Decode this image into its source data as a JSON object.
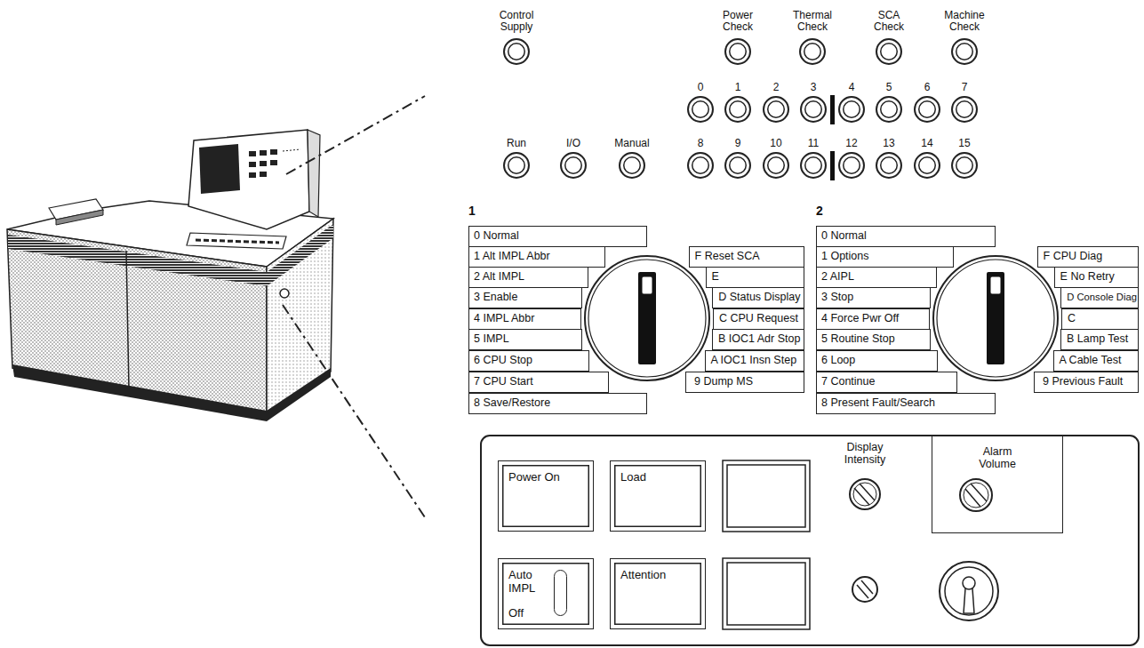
{
  "diagram": {
    "nodes": [
      {
        "text": [
          "Control Supply"
        ]
      },
      {
        "text": [
          "Power Check"
        ]
      },
      {
        "text": [
          "Thermal Check"
        ]
      },
      {
        "text": [
          "SCA Check"
        ]
      },
      {
        "text": [
          "Machine Check"
        ]
      },
      {
        "text": [
          "0"
        ]
      },
      {
        "text": [
          "1"
        ]
      },
      {
        "text": [
          "2"
        ]
      },
      {
        "text": [
          "3"
        ]
      },
      {
        "text": [
          "4"
        ]
      },
      {
        "text": [
          "5"
        ]
      },
      {
        "text": [
          "6"
        ]
      },
      {
        "text": [
          "7"
        ]
      },
      {
        "text": [
          "Run"
        ]
      },
      {
        "text": [
          "I/O"
        ]
      },
      {
        "text": [
          "Manual"
        ]
      },
      {
        "text": [
          "8"
        ]
      },
      {
        "text": [
          "9"
        ]
      },
      {
        "text": [
          "10"
        ]
      },
      {
        "text": [
          "11"
        ]
      },
      {
        "text": [
          "12"
        ]
      },
      {
        "text": [
          "13"
        ]
      },
      {
        "text": [
          "14"
        ]
      },
      {
        "text": [
          "15"
        ]
      },
      {
        "text": [
          "0 Normal"
        ]
      },
      {
        "text": [
          "1 Alt IMPL Abbr"
        ]
      },
      {
        "text": [
          "2 Alt IMPL"
        ]
      },
      {
        "text": [
          "3 Enable"
        ]
      },
      {
        "text": [
          "4 IMPL Abbr"
        ]
      },
      {
        "text": [
          "5 IMPL"
        ]
      },
      {
        "text": [
          "6 CPU Stop"
        ]
      },
      {
        "text": [
          "7 CPU Start"
        ]
      },
      {
        "text": [
          "8 Save/Restore"
        ]
      },
      {
        "text": [
          "F Reset SCA"
        ]
      },
      {
        "text": [
          "E"
        ]
      },
      {
        "text": [
          "D Status Display"
        ]
      },
      {
        "text": [
          "C CPU Request"
        ]
      },
      {
        "text": [
          "B IOC1 Adr Stop"
        ]
      },
      {
        "text": [
          "A IOC1 Insn Step"
        ]
      },
      {
        "text": [
          "9 Dump MS"
        ]
      },
      {
        "text": [
          "0 Normal"
        ]
      },
      {
        "text": [
          "1 Options"
        ]
      },
      {
        "text": [
          "2 AIPL"
        ]
      },
      {
        "text": [
          "3 Stop"
        ]
      },
      {
        "text": [
          "4 Force Pwr Off"
        ]
      },
      {
        "text": [
          "5 Routine Stop"
        ]
      },
      {
        "text": [
          "6 Loop"
        ]
      },
      {
        "text": [
          "7 Continue"
        ]
      },
      {
        "text": [
          "8 Present Fault/Search"
        ]
      },
      {
        "text": [
          "F CPU Diag"
        ]
      },
      {
        "text": [
          "E No Retry"
        ]
      },
      {
        "text": [
          "D Console Diag"
        ]
      },
      {
        "text": [
          "C"
        ]
      },
      {
        "text": [
          "B Lamp Test"
        ]
      },
      {
        "text": [
          "A Cable Test"
        ]
      },
      {
        "text": [
          "9 Previous Fault"
        ]
      },
      {
        "text": [
          "Power On"
        ]
      },
      {
        "text": [
          "Load"
        ]
      },
      {
        "text": [
          "Alarm Volume"
        ]
      },
      {
        "text": [
          "Auto IMPL",
          "Off"
        ]
      },
      {
        "text": [
          "Attention"
        ]
      }
    ],
    "labels": [
      "1",
      "2",
      "Display Intensity"
    ]
  }
}
